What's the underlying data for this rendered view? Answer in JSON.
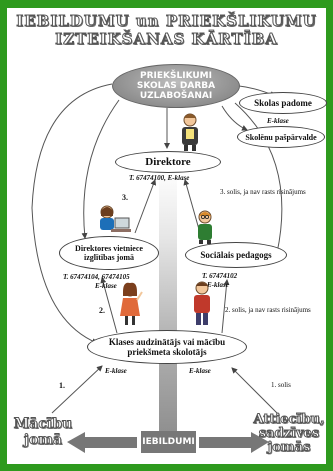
{
  "title": {
    "line1": "IEBILDUMU un PRIEKŠLIKUMU",
    "line2": "IZTEIKŠANAS KĀRTĪBA"
  },
  "nodes": {
    "proposals": "PRIEKŠLIKUMI SKOLAS DARBA UZLABOŠANAI",
    "school_council": "Skolas padome",
    "school_council_class": "E-klase",
    "student_council": "Skolēnu pašpārvalde",
    "director": "Direktore",
    "director_contact": "T. 67474100, E-klase",
    "deputy": "Direktores vietniece izglītības jomā",
    "deputy_contact_phone": "T. 67474104, 67474105",
    "deputy_contact_class": "E-klase",
    "social": "Sociālais pedagogs",
    "social_contact_phone": "T. 67474102",
    "social_contact_class": "E-klase",
    "teacher": "Klases audzinātājs vai mācību priekšmeta skolotājs",
    "teacher_class_left": "E-klase",
    "teacher_class_right": "E-klase"
  },
  "steps": {
    "step3_left": "3.",
    "step3_right": "3. solis, ja nav rasts risinājums",
    "step2_left": "2.",
    "step2_right": "2. solis, ja nav rasts risinājums",
    "step1_left": "1.",
    "step1_right": "1. solis"
  },
  "bottom": {
    "left": "Mācību jomā",
    "right": "Attiecību, sadzīves jomās",
    "center": "IEBILDUMI"
  },
  "colors": {
    "frame": "#2e9a1e",
    "oval_grey": "#8e8e8e",
    "bar": "#777777"
  }
}
